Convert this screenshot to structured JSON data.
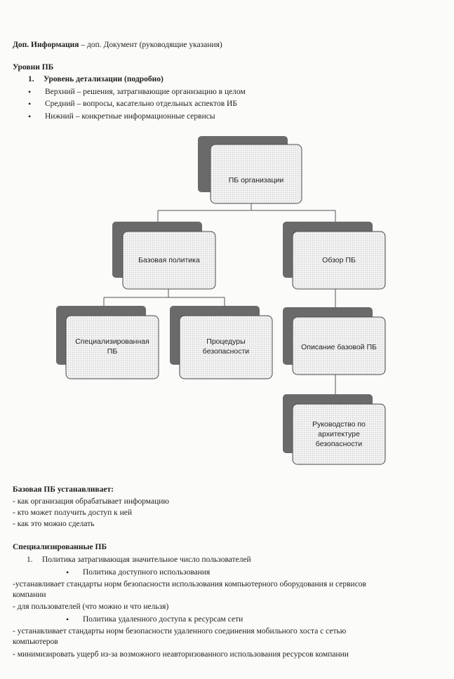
{
  "intro": {
    "term": "Доп. Информация",
    "rest": " – доп. Документ (руководящие указания)"
  },
  "levels": {
    "heading": "Уровни ПБ",
    "item_number": "1.",
    "item_title": "Уровень детализации (подробно)",
    "bullets": [
      "Верхний – решения, затрагивающие организацию в целом",
      "Средний – вопросы, касательно отдельных аспектов ИБ",
      "Нижний – конкретные информационные сервисы"
    ]
  },
  "diagram": {
    "root": "ПБ организации",
    "basic": "Базовая политика",
    "overview": "Обзор ПБ",
    "specialized_line1": "Специализированная",
    "specialized_line2": "ПБ",
    "procedures_line1": "Процедуры",
    "procedures_line2": "безопасности",
    "description": "Описание базовой ПБ",
    "guide_line1": "Руководство по",
    "guide_line2": "архитектуре",
    "guide_line3": "безопасности"
  },
  "basic_pb": {
    "heading": "Базовая ПБ устанавливает:",
    "lines": [
      "- как организация обрабатывает информацию",
      "- кто может получить доступ к ней",
      "- как это можно сделать"
    ]
  },
  "specialized_pb": {
    "heading": "Специализированные ПБ",
    "item_number": "1.",
    "item_title": "Политика затрагивающая значительное число пользователей",
    "sub1_title": "Политика доступного использования",
    "sub1_line1": "-устанавливает стандарты норм безопасности использования компьютерного оборудования и сервисов",
    "sub1_line2": "компании",
    "sub1_line3": "- для пользователей (что можно и что нельзя)",
    "sub2_title": "Политика удаленного доступа к ресурсам сети",
    "sub2_line1": "- устанавливает стандарты норм безопасности удаленного соединения мобильного хоста с сетью",
    "sub2_line2": "компьютеров",
    "sub2_line3": "- минимизировать ущерб из-за возможного неавторизованного использования ресурсов компании"
  }
}
